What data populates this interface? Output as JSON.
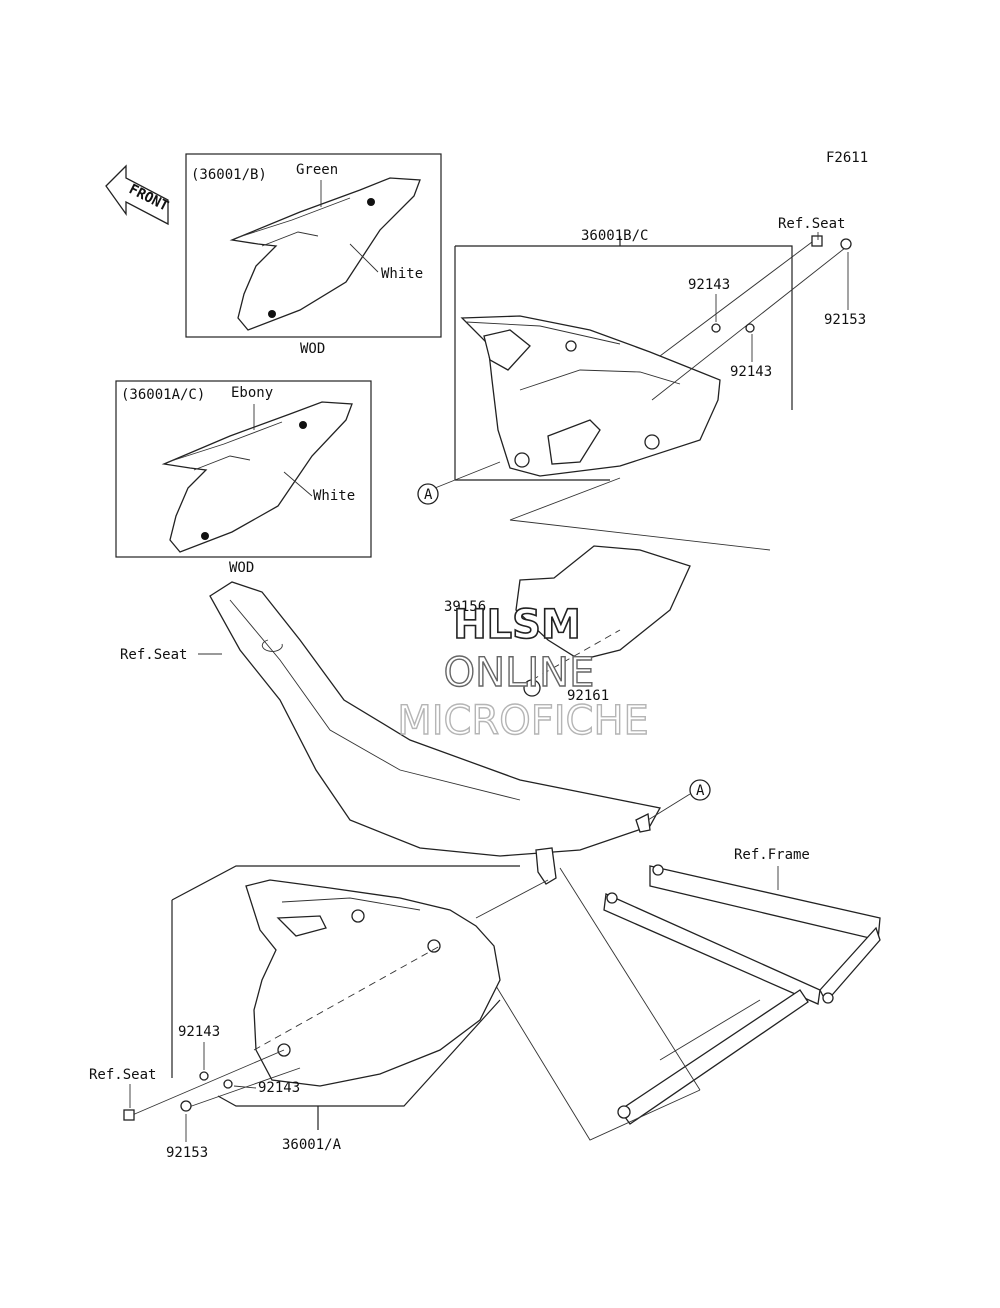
{
  "diagram_code": "F2611",
  "front_arrow": "FRONT",
  "insets": {
    "b": {
      "code": "(36001/B)",
      "color_top": "Green",
      "color_main": "White",
      "caption": "WOD"
    },
    "ac": {
      "code": "(36001A/C)",
      "color_top": "Ebony",
      "color_main": "White",
      "caption": "WOD"
    }
  },
  "labels": {
    "part_36001bc": "36001B/C",
    "ref_seat_top": "Ref.Seat",
    "p92153_top": "92153",
    "p92143_top_a": "92143",
    "p92143_top_b": "92143",
    "callout_a1": "A",
    "p39156": "39156",
    "p92161": "92161",
    "ref_seat_mid": "Ref.Seat",
    "callout_a2": "A",
    "ref_frame": "Ref.Frame",
    "p92143_bot_a": "92143",
    "p92143_bot_b": "92143",
    "ref_seat_bot": "Ref.Seat",
    "p92153_bot": "92153",
    "part_36001a": "36001/A"
  },
  "watermark": {
    "line1": "HLSM",
    "line2": "ONLINE",
    "line3": "MICROFICHE"
  }
}
